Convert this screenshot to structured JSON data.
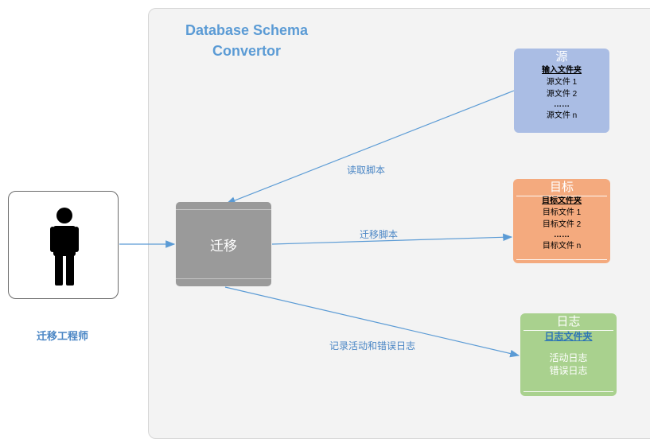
{
  "container": {
    "title_line1": "Database Schema",
    "title_line2": "Convertor"
  },
  "engineer": {
    "label": "迁移工程师",
    "icon": "person-icon"
  },
  "migrate": {
    "label": "迁移"
  },
  "source": {
    "title": "源",
    "folder": "输入文件夹",
    "items": [
      "源文件 1",
      "源文件 2",
      "……",
      "源文件 n"
    ]
  },
  "target": {
    "title": "目标",
    "folder": "目标文件夹",
    "items": [
      "目标文件 1",
      "目标文件 2",
      "……",
      "目标文件 n"
    ]
  },
  "log": {
    "title": "日志",
    "folder": "日志文件夹",
    "items": [
      "活动日志",
      "错误日志"
    ]
  },
  "arrows": {
    "read": "读取脚本",
    "migrate": "迁移脚本",
    "log": "记录活动和错误日志"
  },
  "colors": {
    "arrow": "#5b9bd5",
    "source": "#aabde4",
    "target": "#f4aa7e",
    "log": "#a9d18e",
    "migrate": "#9a9a9a"
  }
}
